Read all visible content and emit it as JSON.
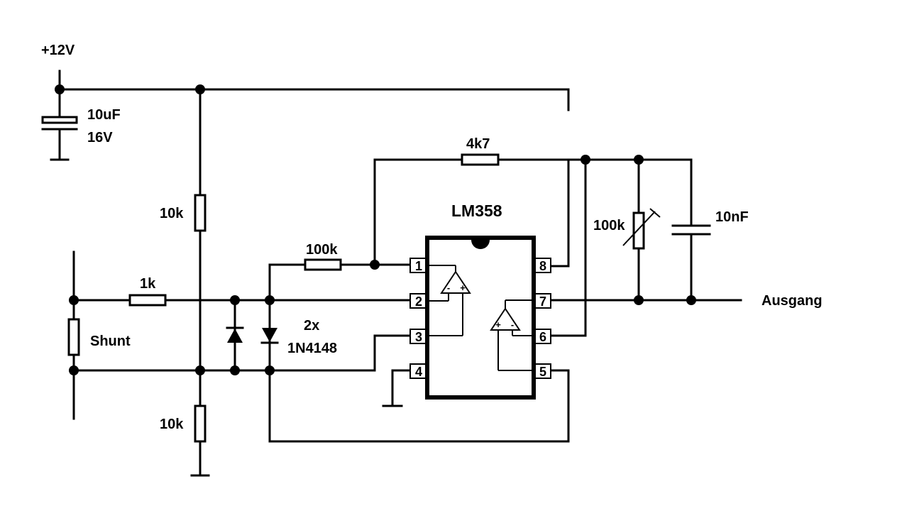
{
  "labels": {
    "supply": "+12V",
    "cap_value": "10uF",
    "cap_voltage": "16V",
    "r_top": "10k",
    "r_bottom": "10k",
    "r_input": "1k",
    "r_100k": "100k",
    "r_feedback": "4k7",
    "ic": "LM358",
    "pot": "100k",
    "cap_out": "10nF",
    "output": "Ausgang",
    "shunt": "Shunt",
    "diode_count": "2x",
    "diode_type": "1N4148"
  },
  "pins": [
    "1",
    "2",
    "3",
    "4",
    "5",
    "6",
    "7",
    "8"
  ],
  "opamp_signs": {
    "minus": "-",
    "plus": "+"
  }
}
